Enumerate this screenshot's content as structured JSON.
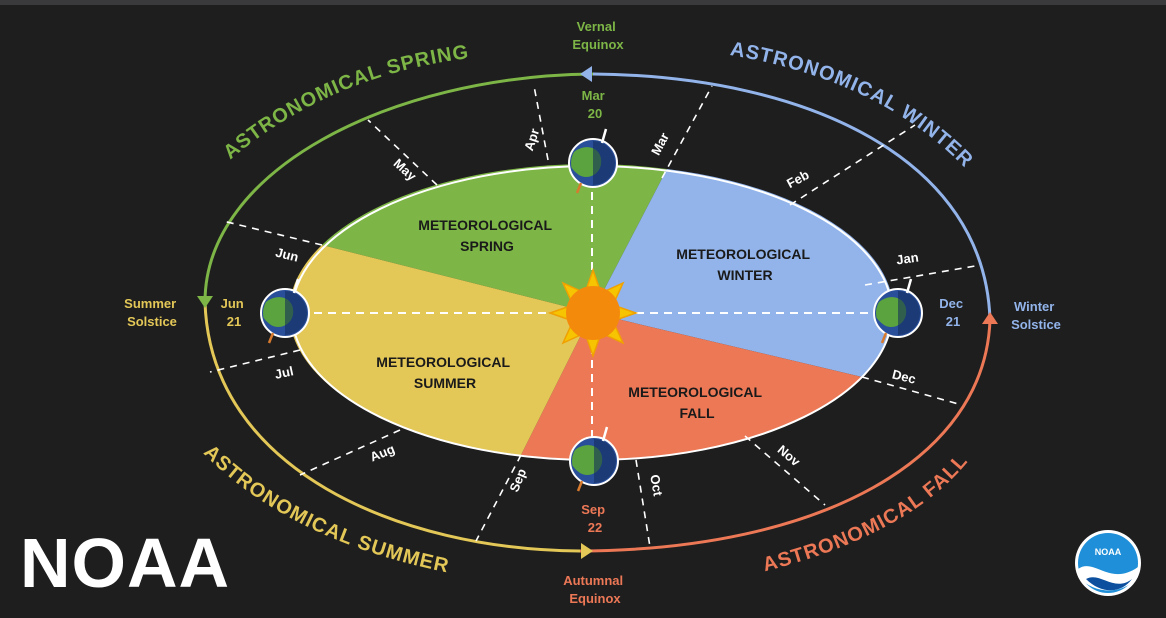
{
  "colors": {
    "background": "#1e1e1f",
    "spring": "#7db646",
    "winter": "#92b4ea",
    "summer": "#e3c757",
    "fall": "#ec7856",
    "sun": "#f59a0d"
  },
  "astronomical": {
    "spring": "ASTRONOMICAL SPRING",
    "winter": "ASTRONOMICAL WINTER",
    "summer": "ASTRONOMICAL SUMMER",
    "fall": "ASTRONOMICAL FALL"
  },
  "meteorological": {
    "spring": [
      "METEOROLOGICAL",
      "SPRING"
    ],
    "winter": [
      "METEOROLOGICAL",
      "WINTER"
    ],
    "summer": [
      "METEOROLOGICAL",
      "SUMMER"
    ],
    "fall": [
      "METEOROLOGICAL",
      "FALL"
    ]
  },
  "events": {
    "vernal": {
      "name": [
        "Vernal",
        "Equinox"
      ],
      "date": [
        "Mar",
        "20"
      ]
    },
    "summer": {
      "name": [
        "Summer",
        "Solstice"
      ],
      "date": [
        "Jun",
        "21"
      ]
    },
    "winter": {
      "name": [
        "Winter",
        "Solstice"
      ],
      "date": [
        "Dec",
        "21"
      ]
    },
    "autumnal": {
      "name": [
        "Autumnal",
        "Equinox"
      ],
      "date": [
        "Sep",
        "22"
      ]
    }
  },
  "months": [
    "Jan",
    "Feb",
    "Mar",
    "Apr",
    "May",
    "Jun",
    "Jul",
    "Aug",
    "Sep",
    "Oct",
    "Nov",
    "Dec"
  ],
  "logo": {
    "wordmark": "NOAA",
    "emblem_text": "NOAA"
  }
}
